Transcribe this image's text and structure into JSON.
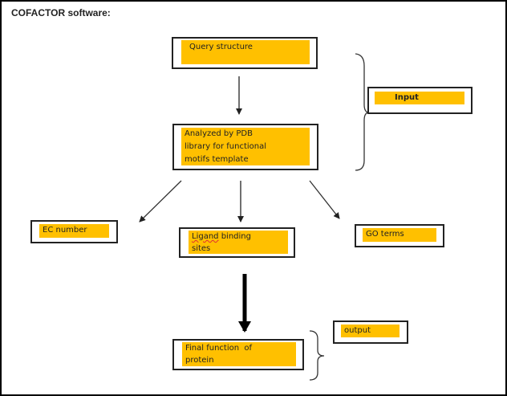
{
  "title": "COFACTOR software:",
  "nodes": {
    "query": "Query structure",
    "analyzed": "Analyzed by PDB library for functional motifs template",
    "input": "Input",
    "ec": "EC number",
    "ligand_word": "Ligand",
    "ligand_rest": " binding sites",
    "go": "GO terms",
    "output": "output",
    "final": "Final function  of protein"
  },
  "colors": {
    "fill": "#ffc000",
    "border": "#222222"
  }
}
